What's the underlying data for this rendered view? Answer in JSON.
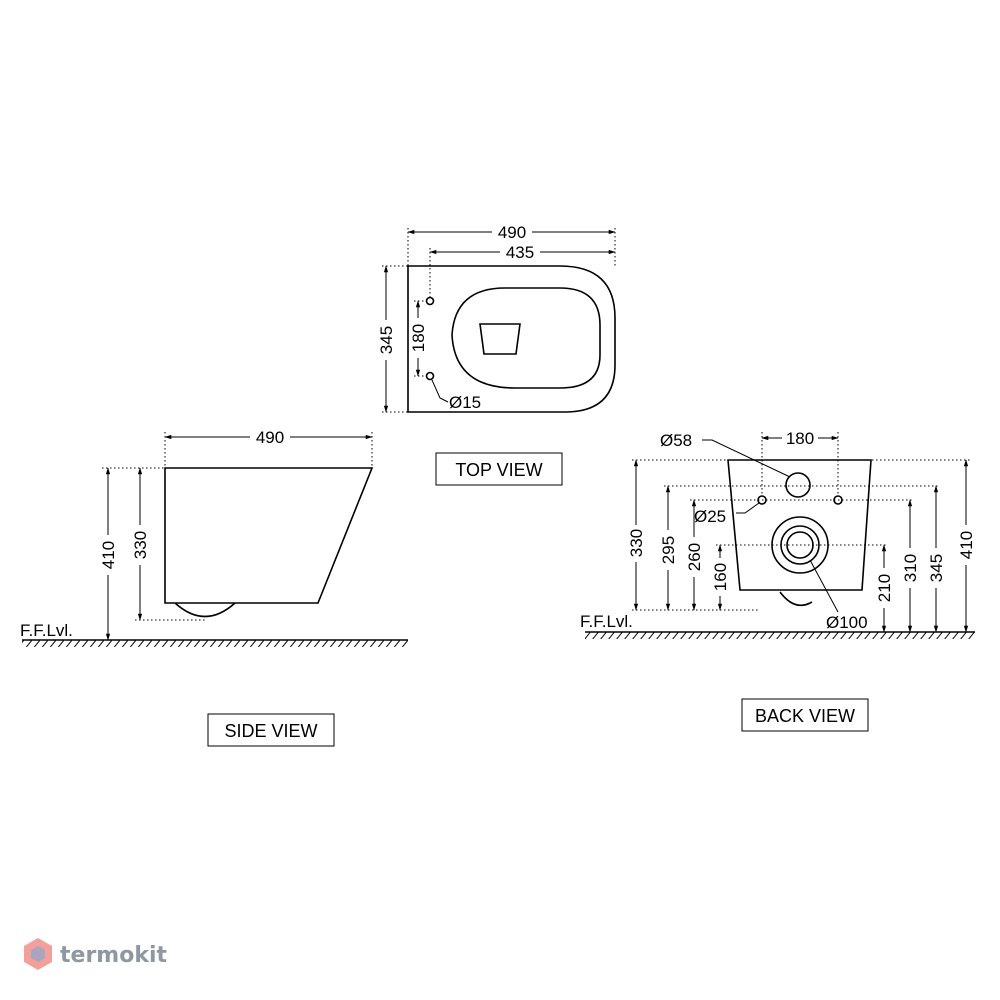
{
  "top_view": {
    "label": "TOP VIEW",
    "dim_overall_length": "490",
    "dim_fixing_length": "435",
    "dim_width": "345",
    "dim_fixing_spacing": "180",
    "dim_fixing_hole": "Ø15"
  },
  "side_view": {
    "label": "SIDE VIEW",
    "dim_length": "490",
    "dim_total_height": "410",
    "dim_body_height": "330",
    "floor_label": "F.F.Lvl."
  },
  "back_view": {
    "label": "BACK VIEW",
    "dim_inlet": "Ø58",
    "dim_bolt_spacing": "180",
    "dim_bolt_hole": "Ø25",
    "dim_outlet": "Ø100",
    "dim_330": "330",
    "dim_295": "295",
    "dim_260": "260",
    "dim_160": "160",
    "dim_210": "210",
    "dim_310": "310",
    "dim_345": "345",
    "dim_410": "410",
    "floor_label": "F.F.Lvl."
  },
  "watermark": {
    "text": "termokit"
  }
}
